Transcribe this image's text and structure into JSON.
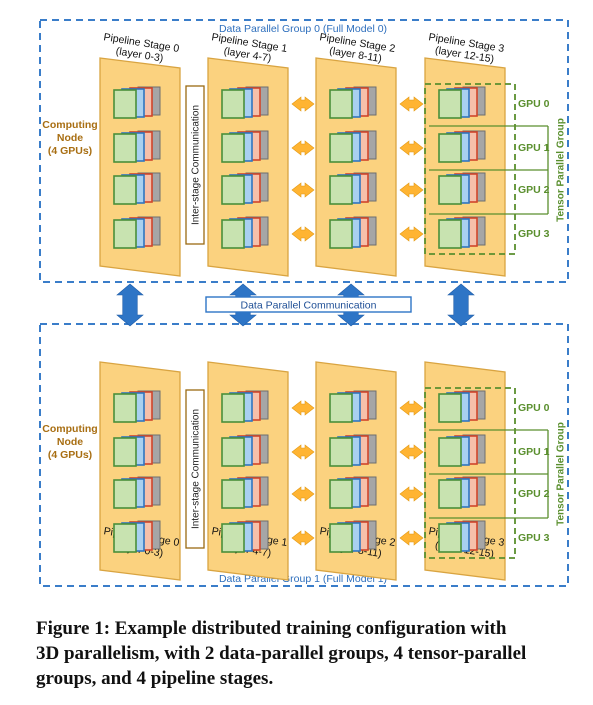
{
  "groups": [
    {
      "title": "Data Parallel Group 0 (Full Model 0)",
      "stages": [
        {
          "name": "Pipeline Stage 0",
          "layers": "(layer 0-3)"
        },
        {
          "name": "Pipeline Stage 1",
          "layers": "(layer 4-7)"
        },
        {
          "name": "Pipeline Stage 2",
          "layers": "(layer 8-11)"
        },
        {
          "name": "Pipeline Stage 3",
          "layers": "(layer 12-15)"
        }
      ],
      "node_label": [
        "Computing",
        "Node",
        "(4 GPUs)"
      ],
      "inter_stage": "Inter-stage Communication",
      "tensor_group": "Tensor Parallel Group",
      "gpus": [
        "GPU 0",
        "GPU 1",
        "GPU 2",
        "GPU 3"
      ]
    },
    {
      "title": "Data Parallel Group 1 (Full Model 1)",
      "stages": [
        {
          "name": "Pipeline Stage 0",
          "layers": "(layer 0-3)"
        },
        {
          "name": "Pipeline Stage 1",
          "layers": "(layer 4-7)"
        },
        {
          "name": "Pipeline Stage 2",
          "layers": "(layer 8-11)"
        },
        {
          "name": "Pipeline Stage 3",
          "layers": "(layer 12-15)"
        }
      ],
      "node_label": [
        "Computing",
        "Node",
        "(4 GPUs)"
      ],
      "inter_stage": "Inter-stage Communication",
      "tensor_group": "Tensor Parallel Group",
      "gpus": [
        "GPU 0",
        "GPU 1",
        "GPU 2",
        "GPU 3"
      ]
    }
  ],
  "data_parallel_comm": "Data Parallel Communication",
  "caption": {
    "lines": [
      "Figure 1: Example distributed training configuration with",
      "3D parallelism, with 2 data-parallel groups, 4 tensor-parallel",
      "groups, and 4 pipeline stages."
    ]
  },
  "colors": {
    "dashed_border": "#3a7dc9",
    "group_title": "#2e6fbd",
    "stage_fill": "#fbd27f",
    "stage_stroke": "#d9a441",
    "card_green": "#c8e3b0",
    "card_green_stroke": "#4a8f3a",
    "card_blue": "#a9d0f0",
    "card_blue_stroke": "#2f75c0",
    "card_red": "#f6c0aa",
    "card_red_stroke": "#d0452a",
    "card_gray": "#a6a6a6",
    "arrow_orange": "#ffb432",
    "arrow_blue": "#2e75c6",
    "tensor_green": "#5a8f2e",
    "node_label": "#a86e12"
  }
}
